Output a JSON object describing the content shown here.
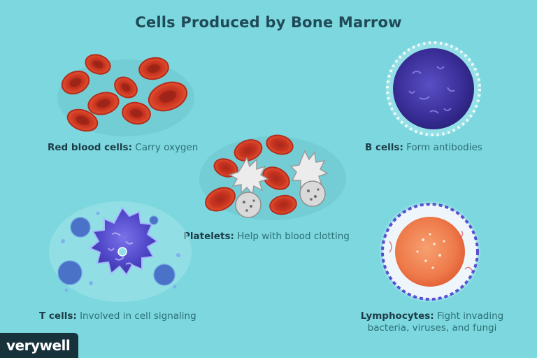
{
  "title": "Cells Produced by Bone Marrow",
  "cells": [
    {
      "name": "Red blood cells:",
      "desc": "Carry oxygen"
    },
    {
      "name": "B cells:",
      "desc": "Form antibodies"
    },
    {
      "name": "Platelets:",
      "desc": "Help with blood clotting"
    },
    {
      "name": "T cells:",
      "desc": "Involved in cell signaling"
    },
    {
      "name": "Lymphocytes:",
      "desc": "Fight invading",
      "desc2": "bacteria, viruses, and fungi"
    }
  ],
  "logo": "verywell",
  "colors": {
    "background": "#7dd7de",
    "title": "#1f4a57",
    "label_name": "#1c3c48",
    "label_desc": "#2b6f76",
    "red_cell": "#d9402a",
    "b_cell": "#4a3fb0",
    "t_cell": "#5b53d6",
    "lymphocyte": "#f08a5d",
    "logo_bg": "#17323b"
  }
}
